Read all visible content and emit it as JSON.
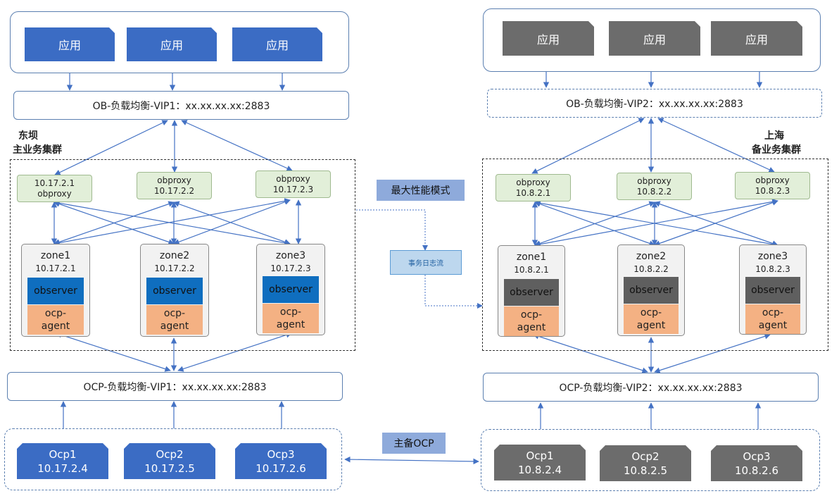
{
  "left": {
    "apps": [
      "应用",
      "应用",
      "应用"
    ],
    "ob_lb": "OB-负载均衡-VIP1：xx.xx.xx.xx:2883",
    "cluster_title": [
      "东坝",
      "主业务集群"
    ],
    "proxies": [
      {
        "line1": "10.17.2.1",
        "line2": "obproxy"
      },
      {
        "line1": "obproxy",
        "line2": "10.17.2.2"
      },
      {
        "line1": "obproxy",
        "line2": "10.17.2.3"
      }
    ],
    "zones": [
      {
        "name": "zone1",
        "ip": "10.17.2.1",
        "observer": "observer",
        "agent1": "ocp-",
        "agent2": "agent"
      },
      {
        "name": "zone2",
        "ip": "10.17.2.2",
        "observer": "observer",
        "agent1": "ocp-",
        "agent2": "agent"
      },
      {
        "name": "zone3",
        "ip": "10.17.2.3",
        "observer": "observer",
        "agent1": "ocp-",
        "agent2": "agent"
      }
    ],
    "ocp_lb": "OCP-负载均衡-VIP1：xx.xx.xx.xx:2883",
    "ocps": [
      {
        "name": "Ocp1",
        "ip": "10.17.2.4"
      },
      {
        "name": "Ocp2",
        "ip": "10.17.2.5"
      },
      {
        "name": "Ocp3",
        "ip": "10.17.2.6"
      }
    ]
  },
  "right": {
    "apps": [
      "应用",
      "应用",
      "应用"
    ],
    "ob_lb": "OB-负载均衡-VIP2：xx.xx.xx.xx:2883",
    "cluster_title": [
      "上海",
      "备业务集群"
    ],
    "proxies": [
      {
        "line1": "obproxy",
        "line2": "10.8.2.1"
      },
      {
        "line1": "obproxy",
        "line2": "10.8.2.2"
      },
      {
        "line1": "obproxy",
        "line2": "10.8.2.3"
      }
    ],
    "zones": [
      {
        "name": "zone1",
        "ip": "10.8.2.1",
        "observer": "observer",
        "agent1": "ocp-",
        "agent2": "agent"
      },
      {
        "name": "zone2",
        "ip": "10.8.2.2",
        "observer": "observer",
        "agent1": "ocp-",
        "agent2": "agent"
      },
      {
        "name": "zone3",
        "ip": "10.8.2.3",
        "observer": "observer",
        "agent1": "ocp-",
        "agent2": "agent"
      }
    ],
    "ocp_lb": "OCP-负载均衡-VIP2：xx.xx.xx.xx:2883",
    "ocps": [
      {
        "name": "Ocp1",
        "ip": "10.8.2.4"
      },
      {
        "name": "Ocp2",
        "ip": "10.8.2.5"
      },
      {
        "name": "Ocp3",
        "ip": "10.8.2.6"
      }
    ]
  },
  "center": {
    "mode_label": "最大性能模式",
    "log_label": "事务日志流",
    "ocp_label": "主备OCP"
  },
  "colors": {
    "primary_blue": "#3b6cc4",
    "standby_grey": "#6c6c6c",
    "observer_blue": "#0f6ebf",
    "agent_orange": "#f4b183",
    "proxy_green": "#e2efd9",
    "arrow_blue": "#4472c4"
  }
}
